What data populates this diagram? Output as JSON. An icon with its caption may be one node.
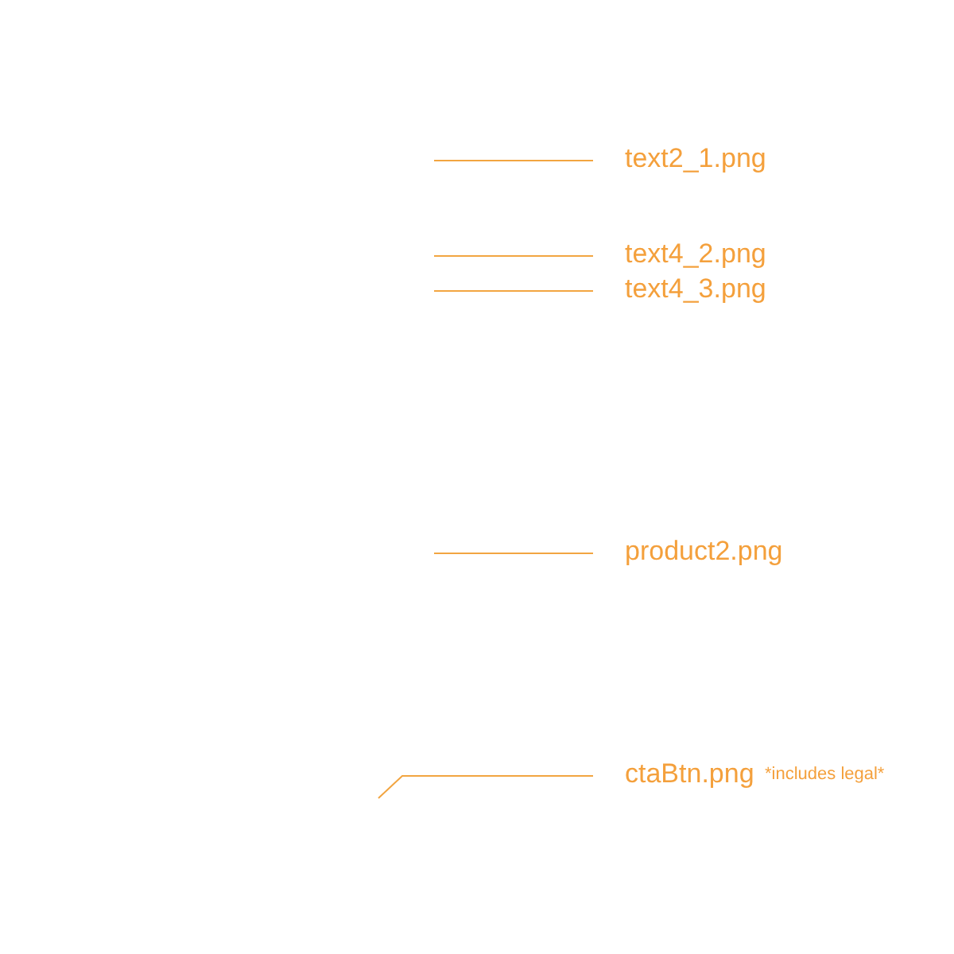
{
  "diagram": {
    "nodes": [
      {
        "text": [
          "text2_1.png"
        ]
      },
      {
        "text": [
          "text4_2.png"
        ]
      },
      {
        "text": [
          "text4_3.png"
        ]
      },
      {
        "text": [
          "product2.png"
        ]
      },
      {
        "text": [
          "ctaBtn.png"
        ],
        "beside": [
          "*includes legal*"
        ]
      }
    ],
    "edges": [
      {
        "from": 0,
        "to": null,
        "arrow": "none"
      },
      {
        "from": 1,
        "to": null,
        "arrow": "none"
      },
      {
        "from": 2,
        "to": null,
        "arrow": "none"
      },
      {
        "from": 3,
        "to": null,
        "arrow": "none"
      },
      {
        "from": 4,
        "to": null,
        "arrow": "none"
      }
    ]
  }
}
